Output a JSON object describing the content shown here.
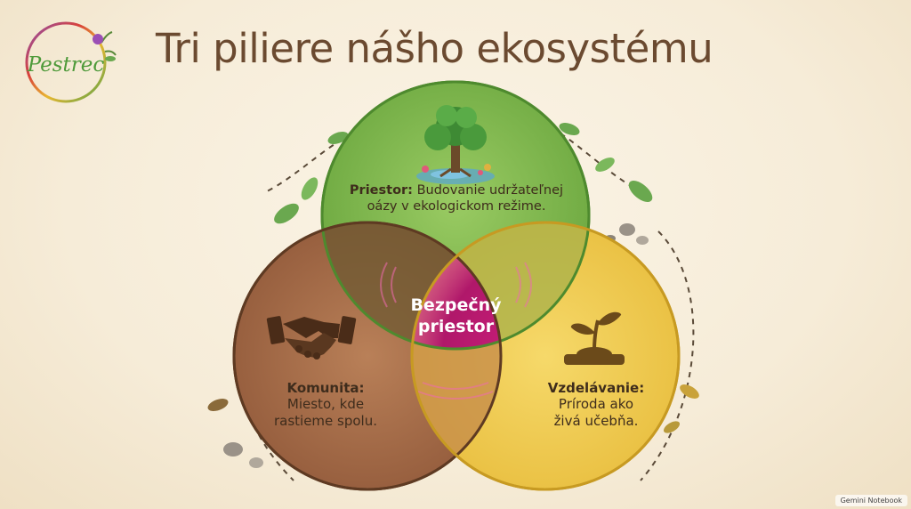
{
  "logo": {
    "text": "Pestrec"
  },
  "title": "Tri piliere nášho ekosystému",
  "pillars": [
    {
      "key": "priestor",
      "heading": "Priestor:",
      "text_line1": "Budovanie udržateľnej",
      "text_line2": "oázy v ekologickom režime.",
      "icon": "tree-icon",
      "color": "#7fb84e"
    },
    {
      "key": "komunita",
      "heading": "Komunita:",
      "text_line1": "Miesto, kde",
      "text_line2": "rastieme spolu.",
      "icon": "handshake-icon",
      "color": "#a97045"
    },
    {
      "key": "vzdelavanie",
      "heading": "Vzdelávanie:",
      "text_line1": "Príroda ako",
      "text_line2": "živá učebňa.",
      "icon": "sprout-icon",
      "color": "#f0cc50"
    }
  ],
  "center": {
    "line1": "Bezpečný",
    "line2": "priestor",
    "color": "#b0186a"
  },
  "badge": "Gemini Notebook"
}
